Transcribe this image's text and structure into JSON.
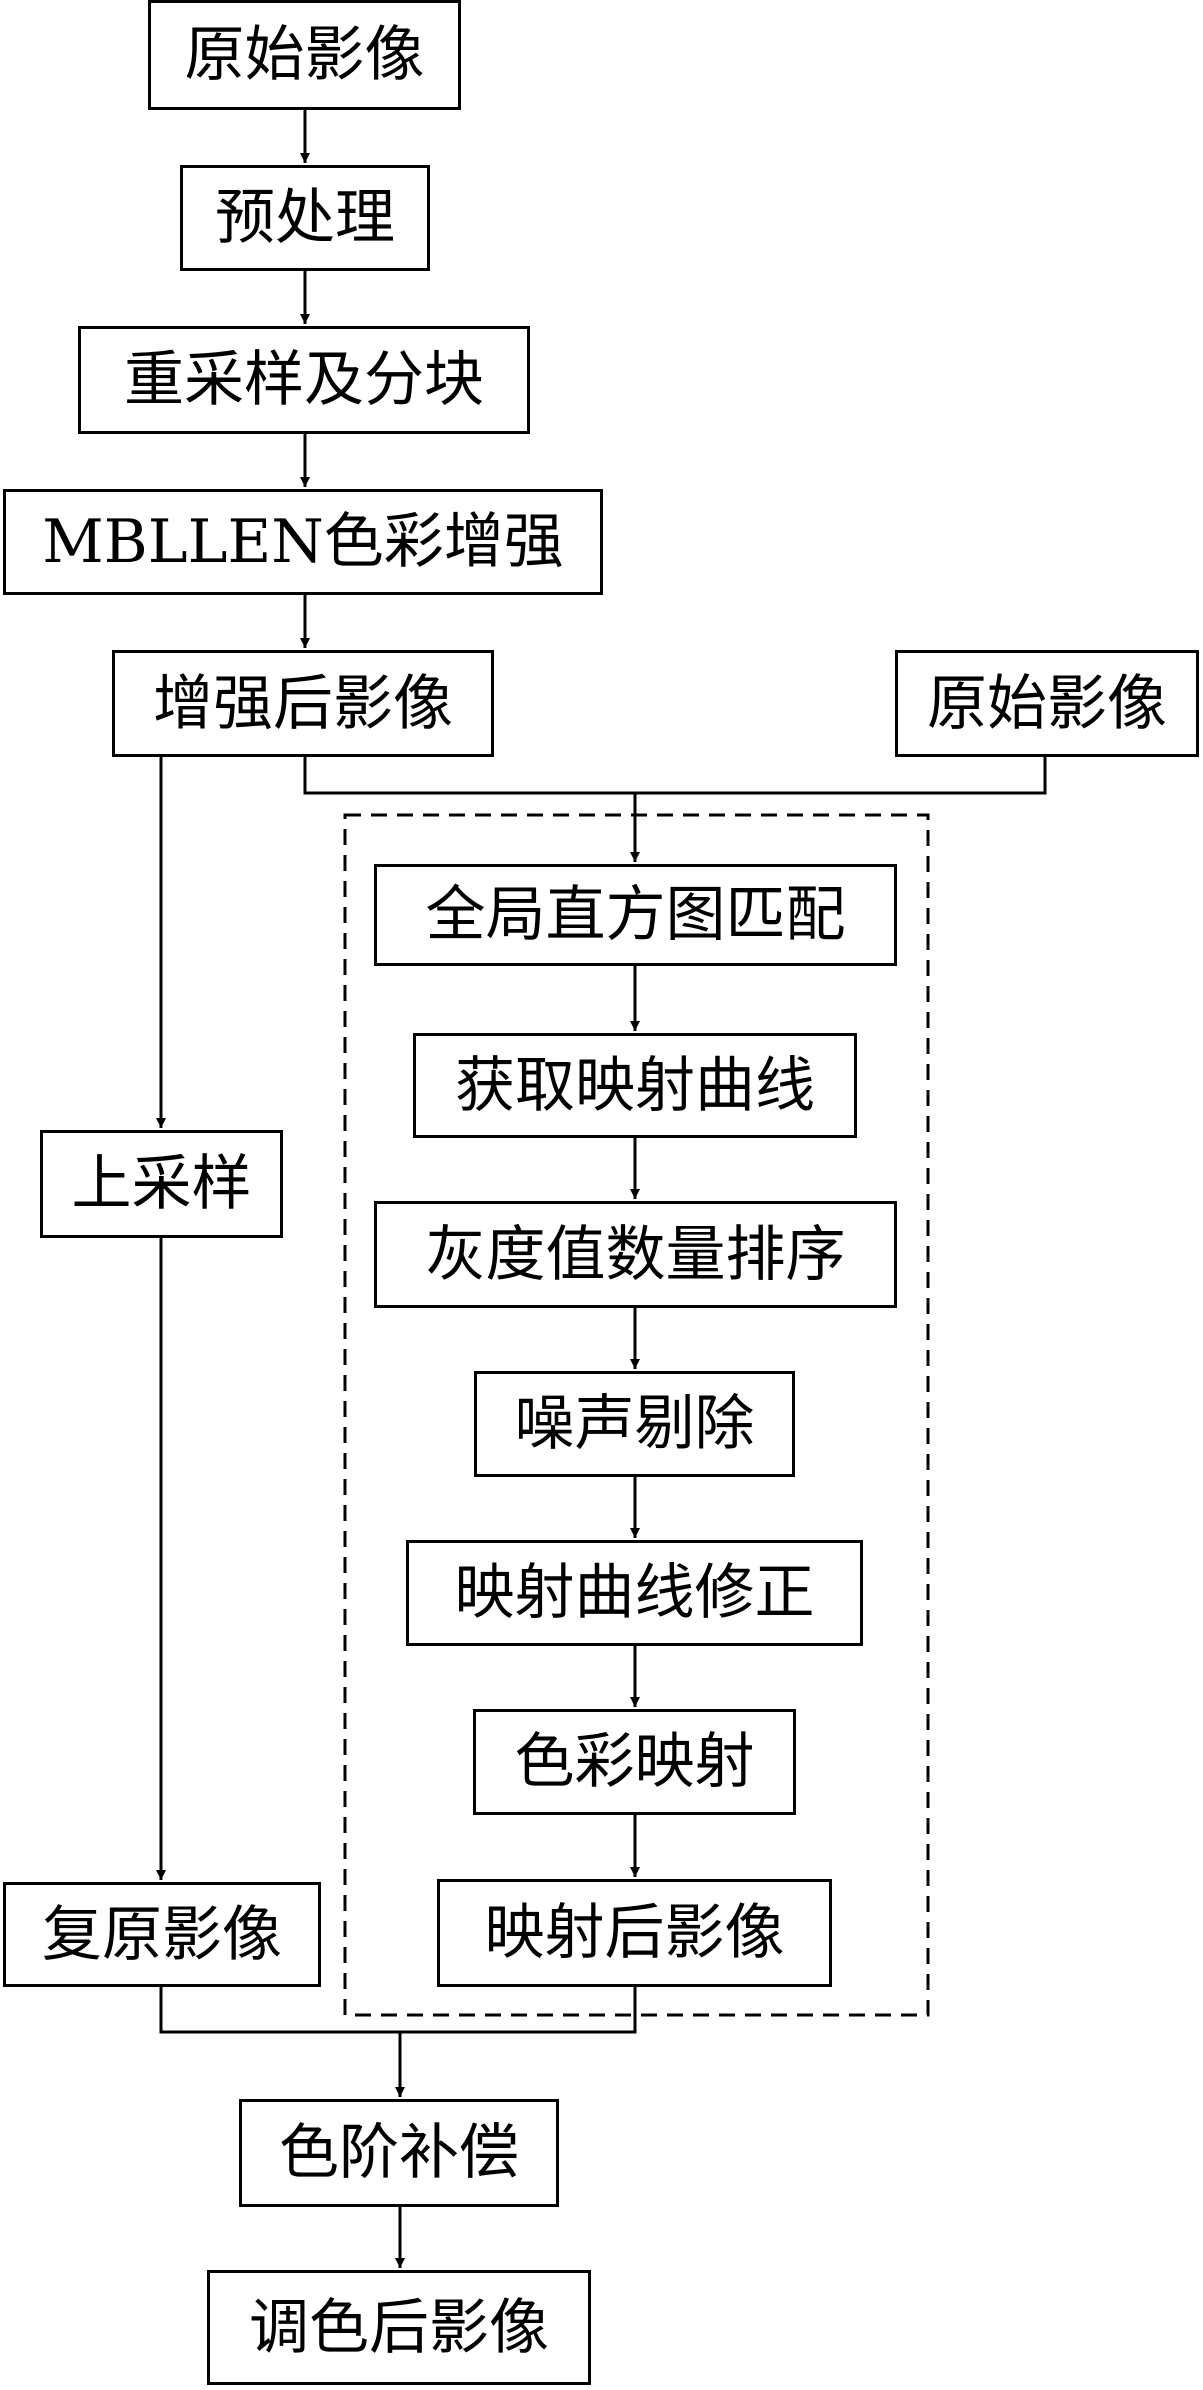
{
  "nodes": {
    "original_image_top": "原始影像",
    "preprocess": "预处理",
    "resample_block": "重采样及分块",
    "mbllen_enhance": "MBLLEN色彩增强",
    "enhanced_image": "增强后影像",
    "original_image_right": "原始影像",
    "upsample": "上采样",
    "global_hist_match": "全局直方图匹配",
    "get_mapping_curve": "获取映射曲线",
    "gray_count_sort": "灰度值数量排序",
    "noise_removal": "噪声剔除",
    "curve_correction": "映射曲线修正",
    "color_mapping": "色彩映射",
    "mapped_image": "映射后影像",
    "restored_image": "复原影像",
    "level_compensation": "色阶补偿",
    "toned_image": "调色后影像"
  },
  "colors": {
    "stroke": "#000000",
    "background": "#ffffff"
  }
}
